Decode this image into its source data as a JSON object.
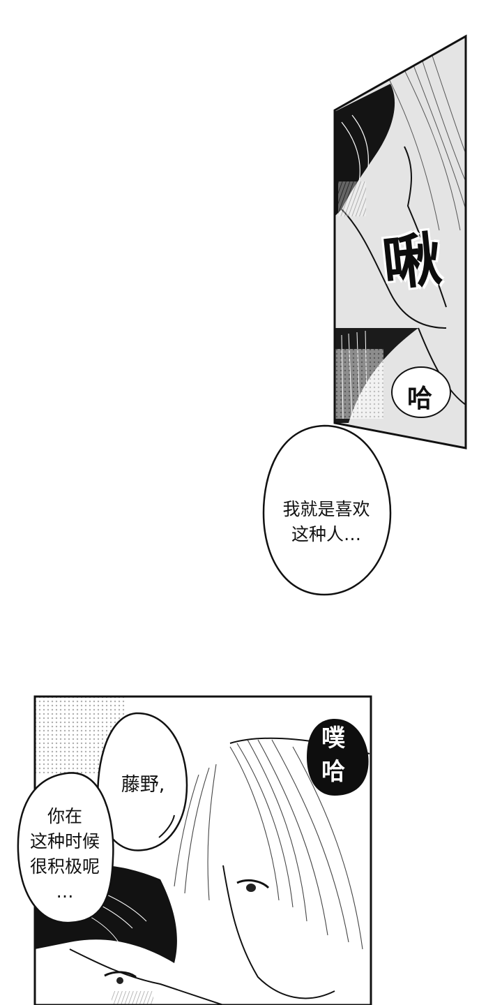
{
  "panel_top": {
    "sfx_kiss": "啾",
    "sfx_ha": "哈"
  },
  "bubble_middle": {
    "line1": "我就是喜欢",
    "line2": "这种人…"
  },
  "panel_bottom": {
    "sfx_laugh_1": "噗",
    "sfx_laugh_2": "哈",
    "bubble_a_line1": "藤野,",
    "bubble_b_line1": "你在",
    "bubble_b_line2": "这种时候",
    "bubble_b_line3": "很积极呢",
    "bubble_b_line4": "…"
  },
  "colors": {
    "ink": "#111111",
    "paper": "#ffffff",
    "tone": "#d9d9d9"
  }
}
